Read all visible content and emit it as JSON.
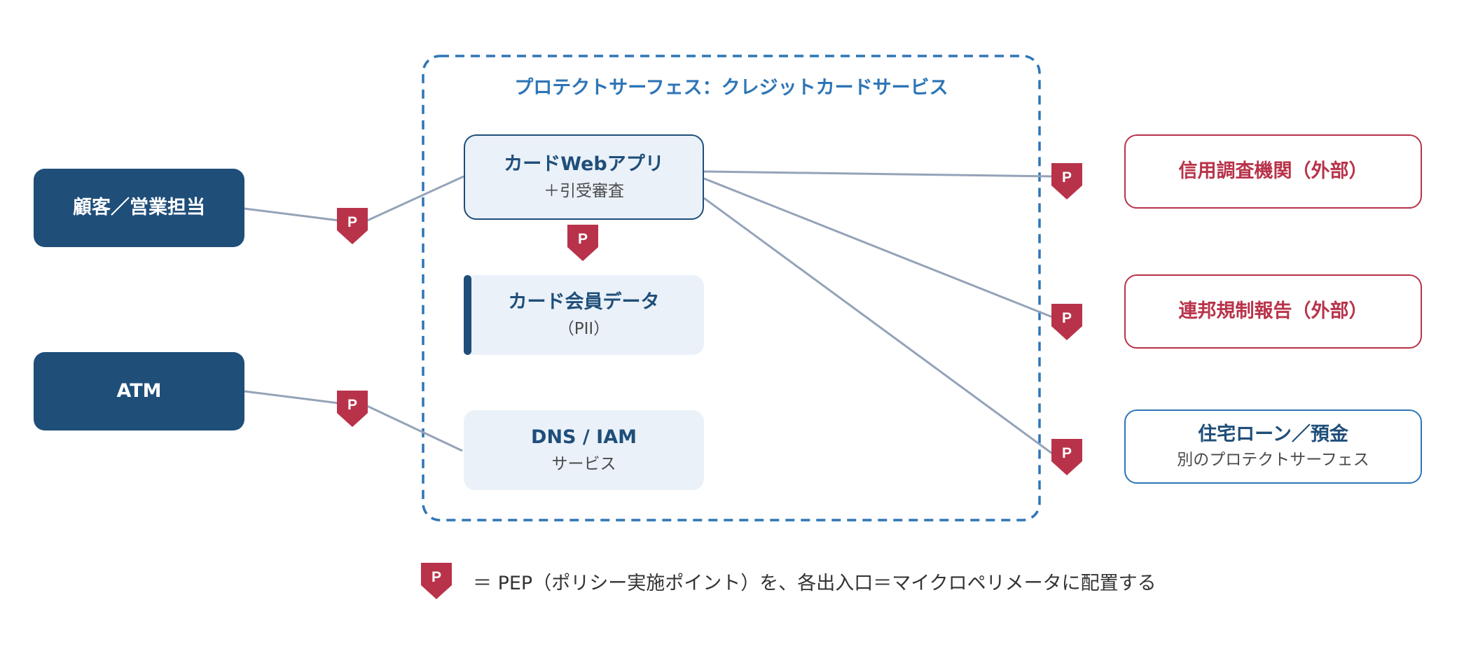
{
  "boundary": {
    "title": "プロテクトサーフェス：クレジットカードサービス"
  },
  "nodes": {
    "customer": {
      "title": "顧客／営業担当"
    },
    "atm": {
      "title": "ATM"
    },
    "card_web_app": {
      "title": "カードWebアプリ",
      "subtitle": "＋引受審査"
    },
    "card_member_data": {
      "title": "カード会員データ",
      "subtitle": "（PII）"
    },
    "dns_iam": {
      "title": "DNS / IAM",
      "subtitle": "サービス"
    },
    "credit_bureau": {
      "title": "信用調査機関（外部）"
    },
    "federal_reporting": {
      "title": "連邦規制報告（外部）"
    },
    "mortgage_deposit": {
      "title": "住宅ローン／預金",
      "subtitle": "別のプロテクトサーフェス"
    }
  },
  "pep_marker": {
    "label": "P"
  },
  "legend": {
    "text": "＝ PEP（ポリシー実施ポイント）を、各出入口＝マイクロペリメータに配置する"
  },
  "colors": {
    "dark_node": "#1f4e79",
    "boundary": "#2e75b6",
    "external": "#b8334a",
    "pep": "#b8334a",
    "connector": "#94a3b8",
    "soft_fill": "#eaf1f9"
  },
  "icons": {
    "pep": "pep-shield-icon"
  }
}
